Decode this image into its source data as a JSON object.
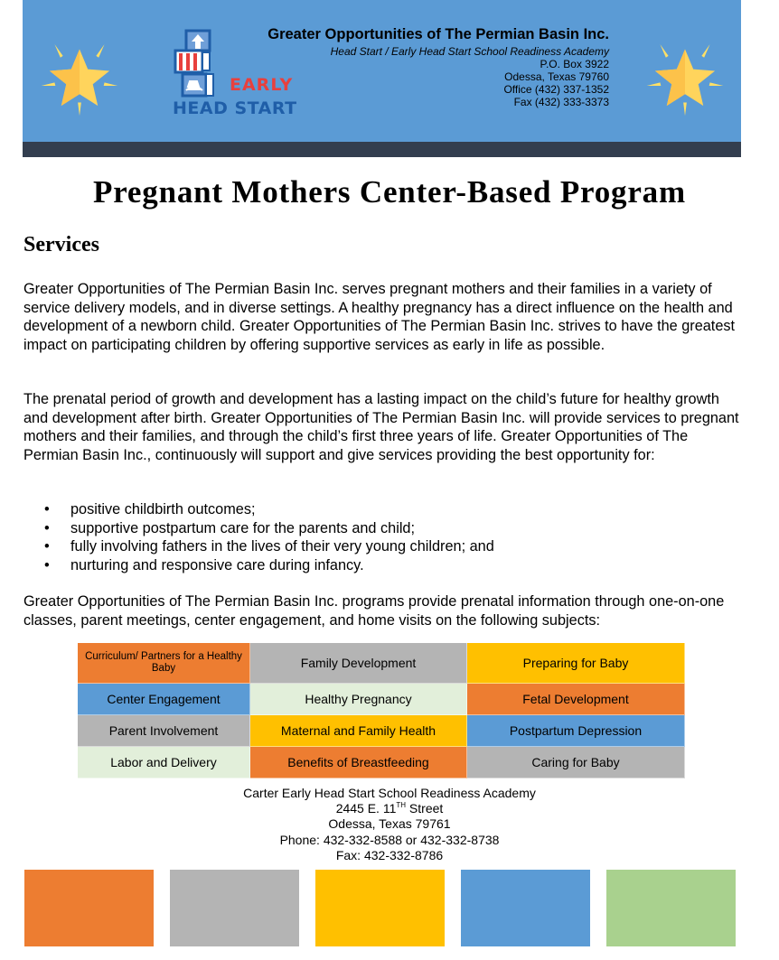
{
  "header": {
    "logo": {
      "line1": "EARLY",
      "line2": "HEAD START"
    },
    "org_name": "Greater Opportunities of The Permian Basin Inc.",
    "subtitle": "Head Start / Early Head Start School Readiness Academy",
    "address_lines": [
      "P.O. Box 3922",
      "Odessa, Texas 79760",
      "Office (432) 337-1352",
      "Fax (432) 333-3373"
    ],
    "colors": {
      "banner": "#5b9bd5",
      "bar": "#333e4f",
      "star": "#ffd45c"
    }
  },
  "page": {
    "title": "Pregnant Mothers Center-Based Program",
    "section_title": "Services",
    "paragraphs": [
      "Greater Opportunities of The Permian Basin Inc. serves pregnant mothers and their families in a variety of service delivery models, and in diverse settings. A healthy pregnancy has a direct influence on the health and development of a newborn child. Greater Opportunities of The Permian Basin Inc. strives to have the greatest impact on participating children by offering supportive services as early in life as possible.",
      "The prenatal period of growth and development has a lasting impact on the child’s future for healthy growth and development after birth. Greater Opportunities of The Permian Basin Inc. will provide services to pregnant mothers and their families, and through the child’s first three years of life. Greater Opportunities of The Permian Basin Inc., continuously will support and give services providing the best opportunity for:",
      "Greater Opportunities of The Permian Basin Inc. programs provide prenatal information through one-on-one classes, parent meetings, center engagement, and home visits on the following subjects:"
    ],
    "bullet_glyph": "•",
    "bullets": [
      "positive childbirth outcomes;",
      "supportive postpartum care for the parents and child;",
      "fully involving fathers in the lives of their very young children; and",
      "nurturing and responsive care during infancy."
    ]
  },
  "subjects": {
    "cells": [
      {
        "label": "Curriculum/ Partners for a Healthy Baby",
        "color": "#ed7d31"
      },
      {
        "label": "Family Development",
        "color": "#b4b4b4"
      },
      {
        "label": "Preparing for Baby",
        "color": "#ffc000"
      },
      {
        "label": "Center Engagement",
        "color": "#5b9bd5"
      },
      {
        "label": "Healthy Pregnancy",
        "color": "#e2efda"
      },
      {
        "label": "Fetal Development",
        "color": "#ed7d31"
      },
      {
        "label": "Parent Involvement",
        "color": "#b4b4b4"
      },
      {
        "label": "Maternal and Family Health",
        "color": "#ffc000"
      },
      {
        "label": "Postpartum Depression",
        "color": "#5b9bd5"
      },
      {
        "label": "Labor and Delivery",
        "color": "#e2efda"
      },
      {
        "label": "Benefits of Breastfeeding",
        "color": "#ed7d31"
      },
      {
        "label": "Caring for Baby",
        "color": "#b4b4b4"
      }
    ]
  },
  "footer": {
    "name": "Carter Early Head Start School Readiness Academy",
    "street_pre": "2445 E. 11",
    "street_sup": "TH",
    "street_post": " Street",
    "city": "Odessa, Texas 79761",
    "phone": "Phone: 432-332-8588 or 432-332-8738",
    "fax": "Fax: 432-332-8786"
  },
  "swatches": [
    "#ed7d31",
    "#b4b4b4",
    "#ffc000",
    "#5b9bd5",
    "#a9d18e"
  ]
}
